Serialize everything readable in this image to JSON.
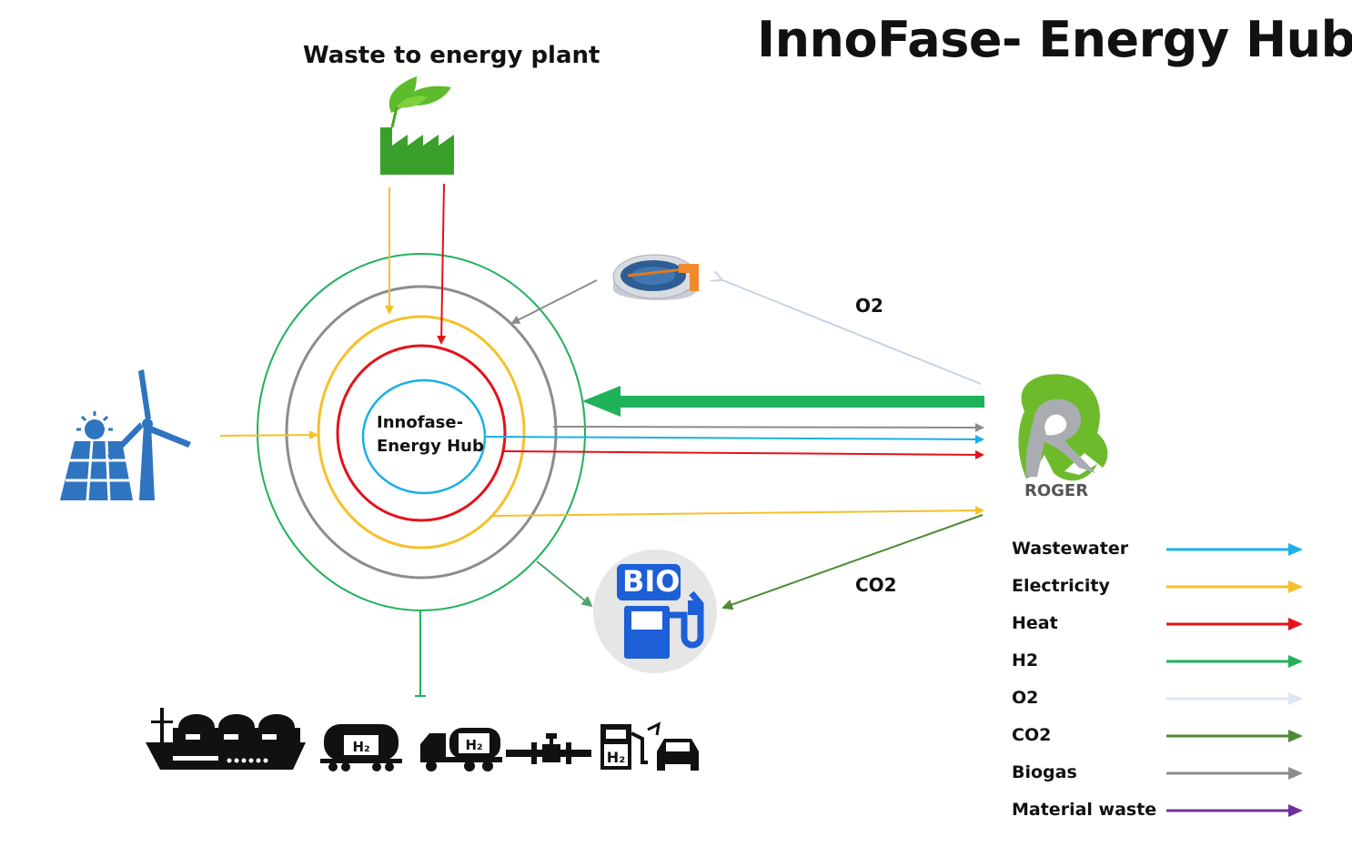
{
  "title": "InnoFase- Energy Hub",
  "waste_plant_label": "Waste to energy plant",
  "hub_label": "Innofase- Energy Hub",
  "flow_labels": {
    "o2": "O2",
    "co2": "CO2"
  },
  "bio_label": "BIO",
  "roger_label": "ROGER",
  "colors": {
    "wastewater": "#1ab0e8",
    "electricity": "#f5c02a",
    "heat": "#e3121b",
    "h2": "#1fb25a",
    "o2": "#c7d3e6",
    "co2": "#4e8a34",
    "biogas": "#8c8c8c",
    "material_waste": "#7030a0"
  },
  "legend": [
    {
      "label": "Wastewater",
      "color": "#1ab0e8"
    },
    {
      "label": "Electricity",
      "color": "#f5c02a"
    },
    {
      "label": "Heat",
      "color": "#e3121b"
    },
    {
      "label": "H2",
      "color": "#1fb25a"
    },
    {
      "label": "O2",
      "color": "#dde6f3"
    },
    {
      "label": "CO2",
      "color": "#4e8a34"
    },
    {
      "label": "Biogas",
      "color": "#8c8c8c"
    },
    {
      "label": "Material waste",
      "color": "#7030a0"
    }
  ],
  "icons": [
    "factory-leaf-icon",
    "solar-wind-icon",
    "digester-icon",
    "roger-logo-icon",
    "bio-fuel-pump-icon",
    "hydrogen-ship-icon",
    "hydrogen-tank-wagon-icon",
    "hydrogen-truck-icon",
    "hydrogen-pipeline-icon",
    "hydrogen-station-icon",
    "hydrogen-car-icon"
  ]
}
